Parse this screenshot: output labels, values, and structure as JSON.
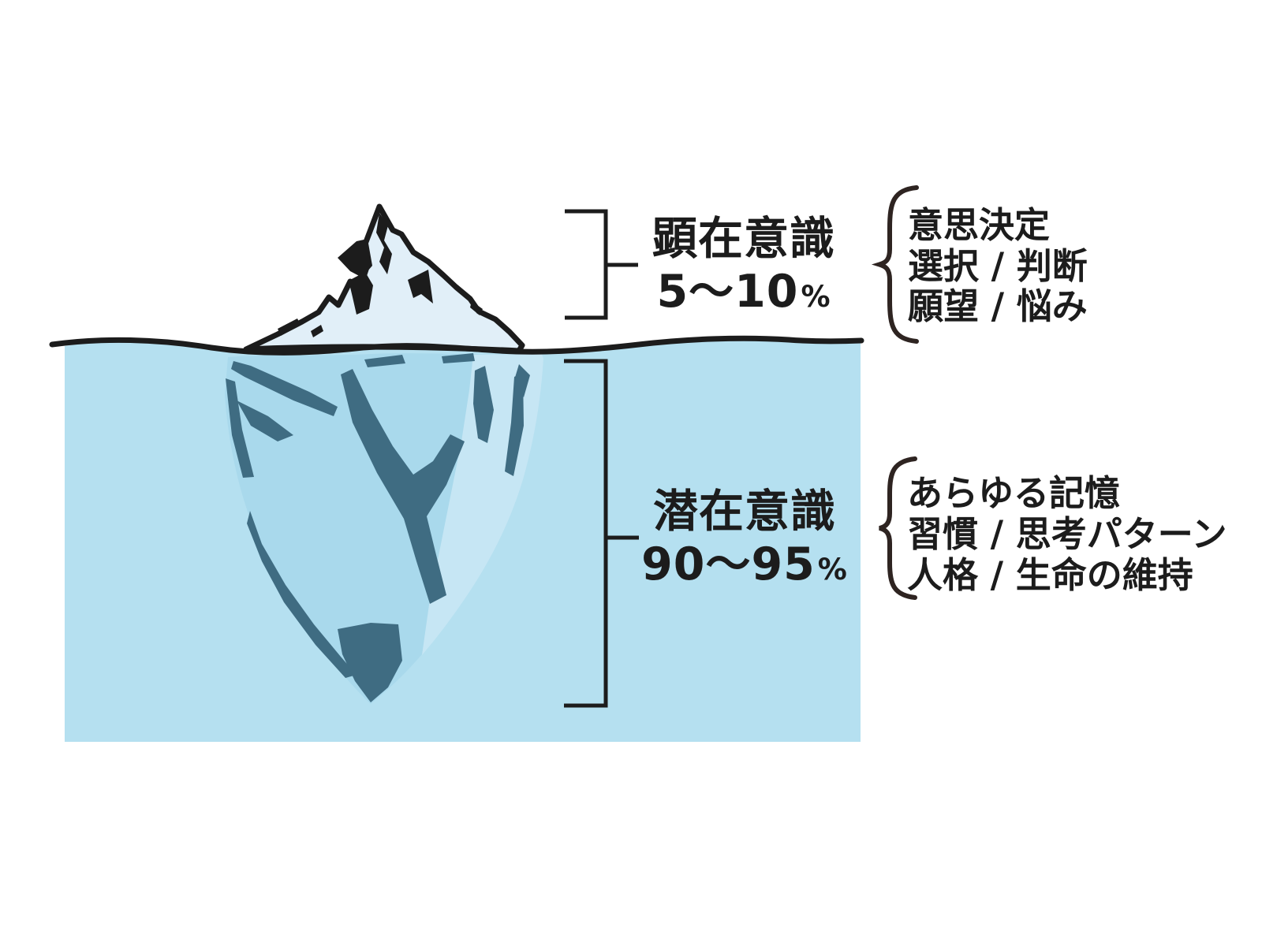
{
  "diagram": {
    "title_semantic": "conscious-vs-subconscious-iceberg",
    "surface": {
      "title": "顕在意識",
      "range": "5〜10",
      "percent": "%",
      "items": [
        "意思決定",
        "選択 / 判断",
        "願望 / 悩み"
      ]
    },
    "subconscious": {
      "title": "潜在意識",
      "range": "90〜95",
      "percent": "%",
      "items": [
        "あらゆる記憶",
        "習慣 / 思考パターン",
        "人格 / 生命の維持"
      ]
    },
    "colors": {
      "background": "#ffffff",
      "water": "#b5e0f0",
      "iceberg_tip": "#e1eff8",
      "iceberg_body": "#a9d9ec",
      "iceberg_body_light": "#c6e6f4",
      "iceberg_shadow": "#3f6c82",
      "outline": "#1c1c1c",
      "brace": "#2e2421"
    }
  }
}
